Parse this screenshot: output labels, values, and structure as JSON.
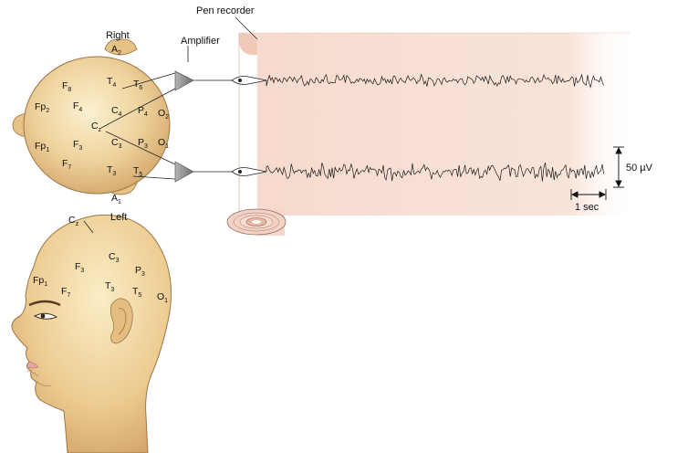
{
  "labels": {
    "pen_recorder": "Pen recorder",
    "amplifier": "Amplifier",
    "right": "Right",
    "left": "Left",
    "scale_voltage": "50 µV",
    "scale_time": "1 sec"
  },
  "top_electrodes": {
    "A2": {
      "main": "A",
      "sub": "2"
    },
    "A1": {
      "main": "A",
      "sub": "1"
    },
    "F8": {
      "main": "F",
      "sub": "8"
    },
    "Fp2": {
      "main": "Fp",
      "sub": "2"
    },
    "F4": {
      "main": "F",
      "sub": "4"
    },
    "T4": {
      "main": "T",
      "sub": "4"
    },
    "T6": {
      "main": "T",
      "sub": "6"
    },
    "C4": {
      "main": "C",
      "sub": "4"
    },
    "P4": {
      "main": "P",
      "sub": "4"
    },
    "O2": {
      "main": "O",
      "sub": "2"
    },
    "Cz": {
      "main": "C",
      "sub": "z"
    },
    "Fp1": {
      "main": "Fp",
      "sub": "1"
    },
    "F3": {
      "main": "F",
      "sub": "3"
    },
    "C3": {
      "main": "C",
      "sub": "3"
    },
    "P3": {
      "main": "P",
      "sub": "3"
    },
    "O1": {
      "main": "O",
      "sub": "1"
    },
    "F7": {
      "main": "F",
      "sub": "7"
    },
    "T3": {
      "main": "T",
      "sub": "3"
    },
    "T5": {
      "main": "T",
      "sub": "5"
    }
  },
  "side_electrodes": {
    "Cz": {
      "main": "C",
      "sub": "z"
    },
    "F3": {
      "main": "F",
      "sub": "3"
    },
    "C3": {
      "main": "C",
      "sub": "3"
    },
    "P3": {
      "main": "P",
      "sub": "3"
    },
    "Fp1": {
      "main": "Fp",
      "sub": "1"
    },
    "F7": {
      "main": "F",
      "sub": "7"
    },
    "T3": {
      "main": "T",
      "sub": "3"
    },
    "T5": {
      "main": "T",
      "sub": "5"
    },
    "O1": {
      "main": "O",
      "sub": "1"
    }
  },
  "colors": {
    "skin_light": "#f6e2b5",
    "skin_mid": "#e9c68a",
    "skin_dark": "#c9965a",
    "paper": "#f8e0d6",
    "paper_edge": "#c9a79a",
    "ink": "#111111",
    "amplifier": "#8a8a8a"
  },
  "icons": {
    "amplifier_top": "triangle-icon",
    "amplifier_bottom": "triangle-icon",
    "pen_top": "pen-icon",
    "pen_bottom": "pen-icon"
  }
}
